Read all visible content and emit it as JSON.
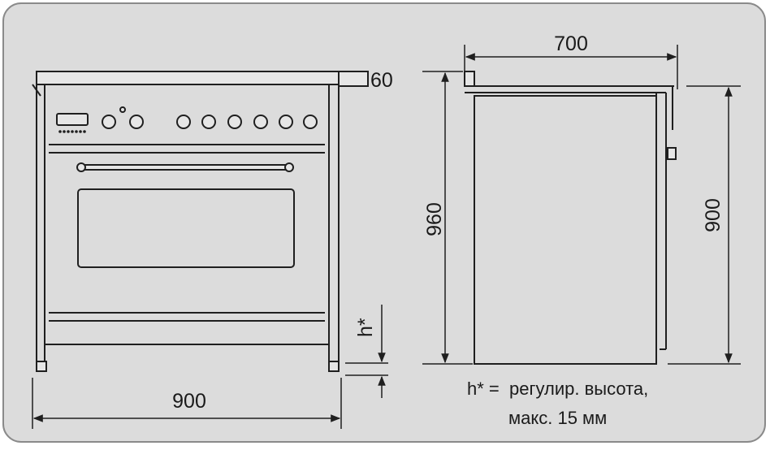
{
  "dimensions": {
    "width_front": "900",
    "depth_top": "700",
    "height_total": "960",
    "height_body": "900",
    "backguard_height": "60",
    "adjustable": "h*"
  },
  "note": {
    "line1": "h* =  регулир. высота,",
    "line2": "макс. 15 мм"
  },
  "colors": {
    "background": "#dcdcdc",
    "stroke": "#1f1f1f",
    "panel": "#e6e6e6"
  }
}
